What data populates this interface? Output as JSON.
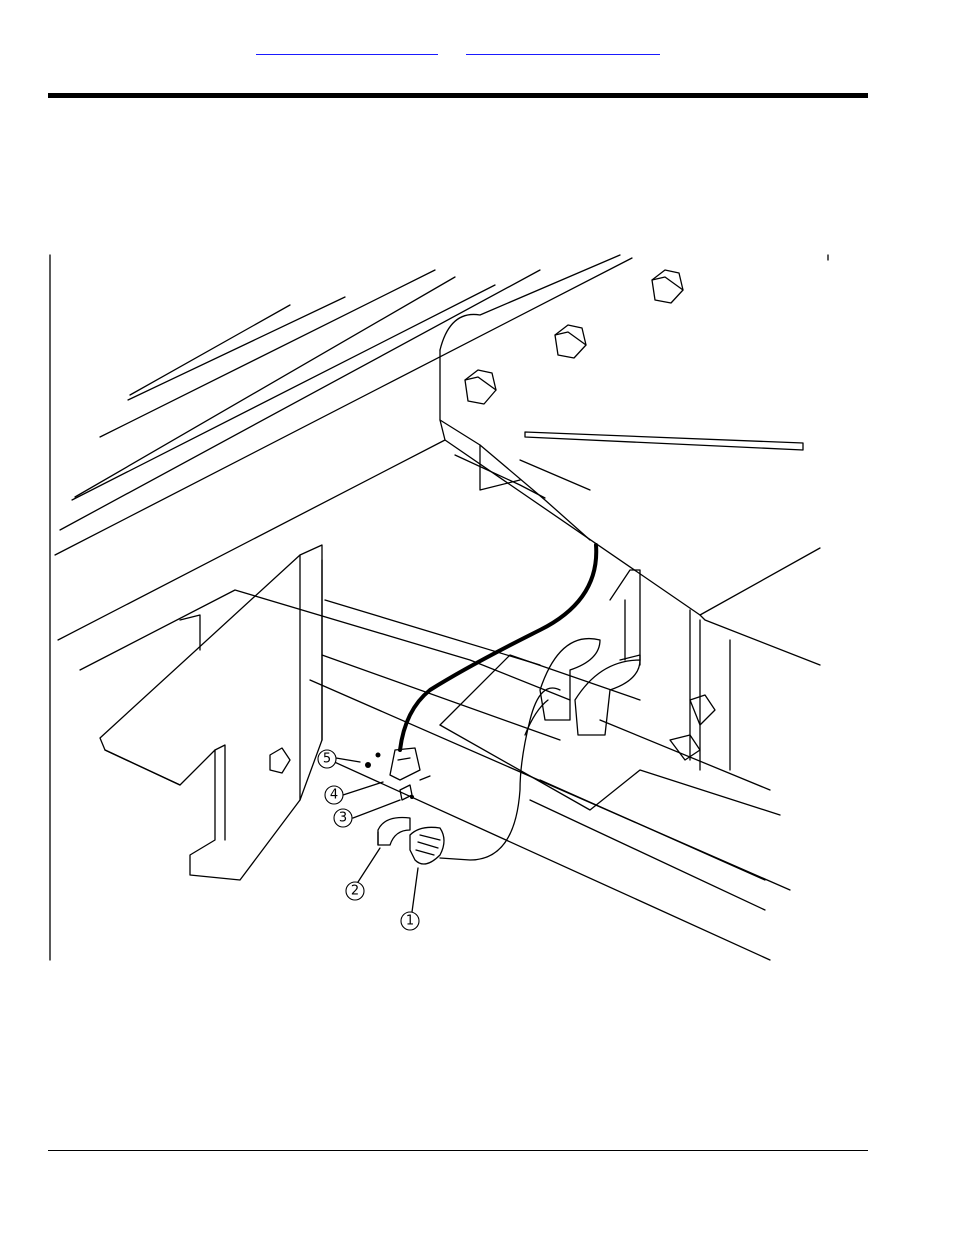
{
  "header": {
    "link_left": "",
    "link_right": ""
  },
  "callouts": [
    {
      "number": "1"
    },
    {
      "number": "2"
    },
    {
      "number": "3"
    },
    {
      "number": "4"
    },
    {
      "number": "5"
    }
  ]
}
